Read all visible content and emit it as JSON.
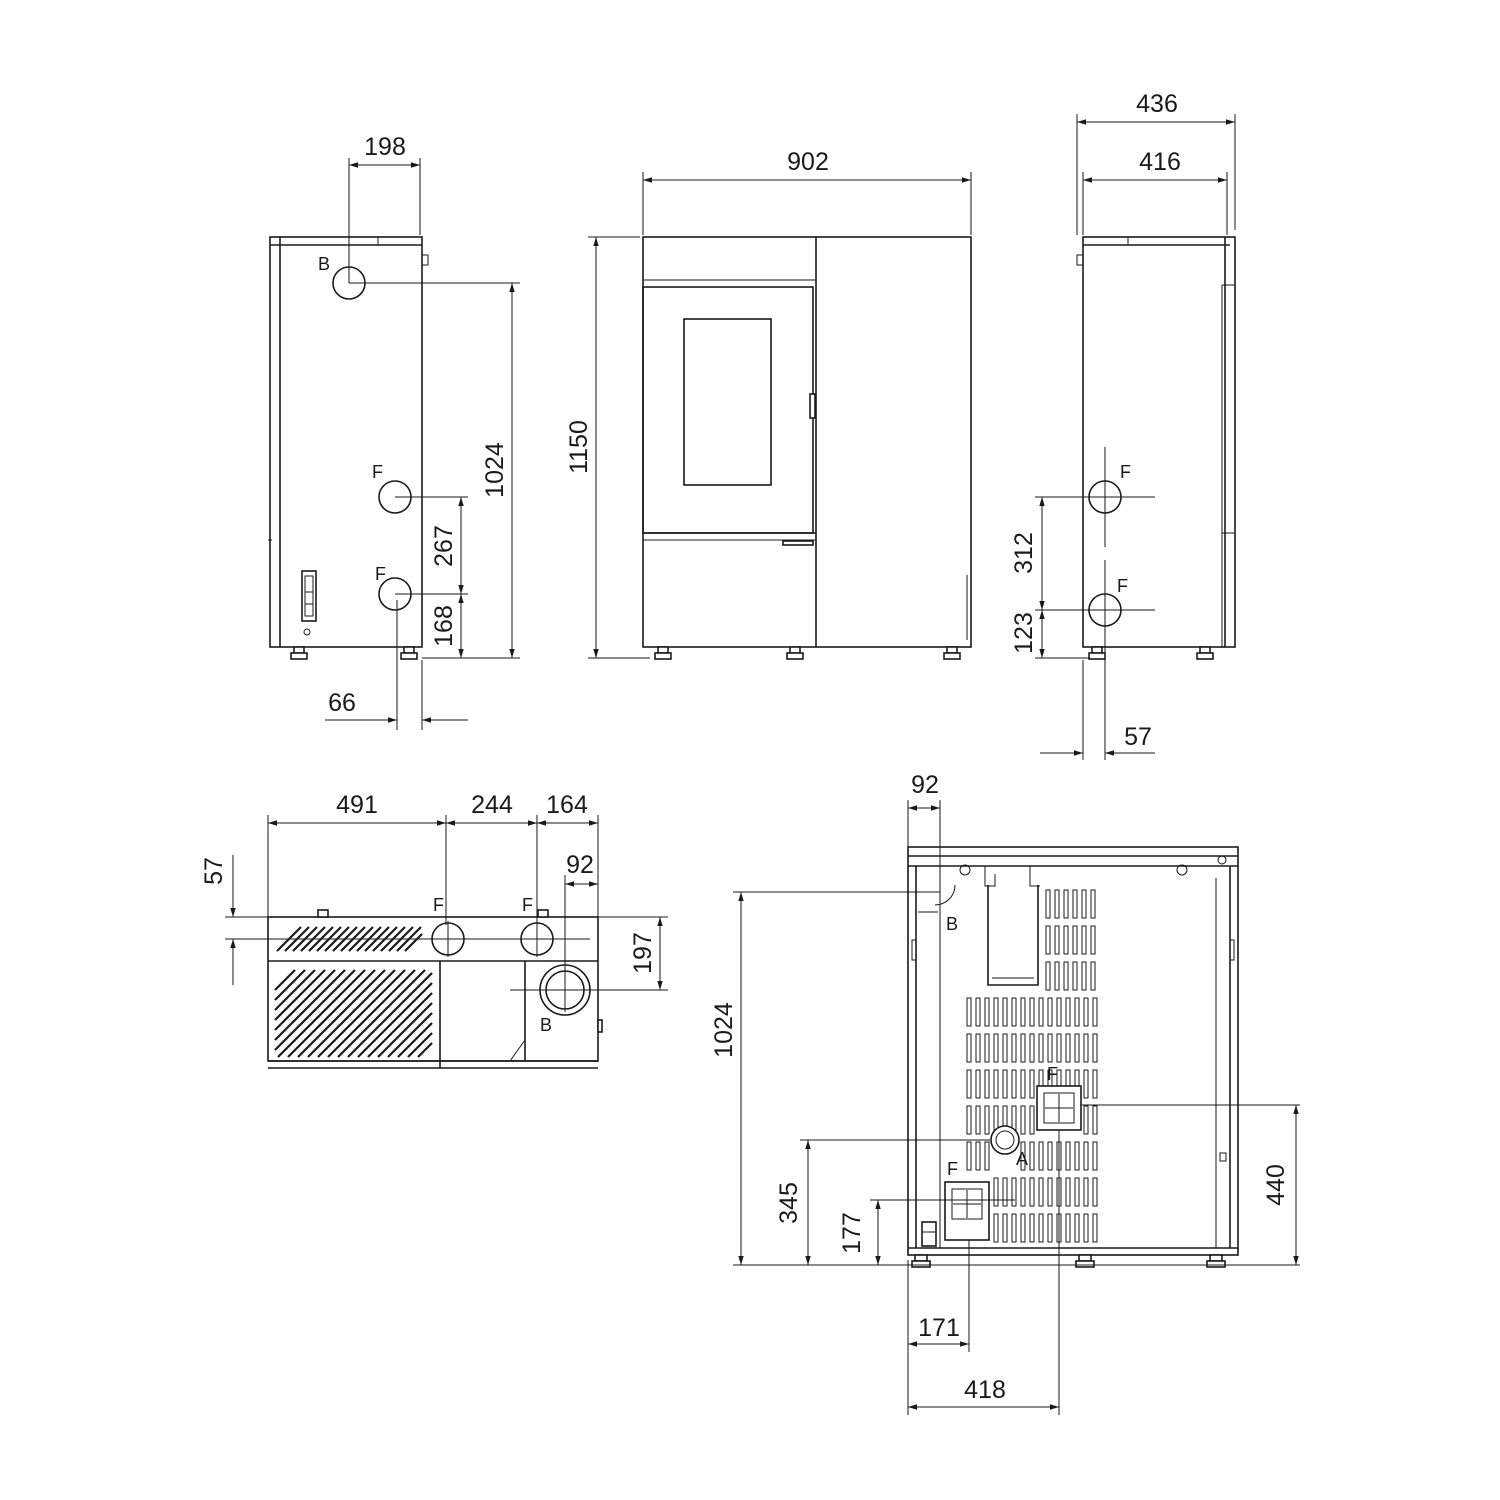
{
  "dimensions": {
    "side_left": {
      "d198": "198",
      "d1024": "1024",
      "d267": "267",
      "d168": "168",
      "d66": "66"
    },
    "front": {
      "d902": "902",
      "d1150": "1150"
    },
    "side_right": {
      "d436": "436",
      "d416": "416",
      "d312": "312",
      "d123": "123",
      "d57": "57"
    },
    "top": {
      "d491": "491",
      "d244": "244",
      "d164": "164",
      "d92": "92",
      "d57": "57",
      "d197": "197"
    },
    "back": {
      "d92": "92",
      "d1024": "1024",
      "d345": "345",
      "d177": "177",
      "d440": "440",
      "d171": "171",
      "d418": "418"
    }
  },
  "labels": {
    "b": "B",
    "f": "F",
    "a": "A"
  }
}
